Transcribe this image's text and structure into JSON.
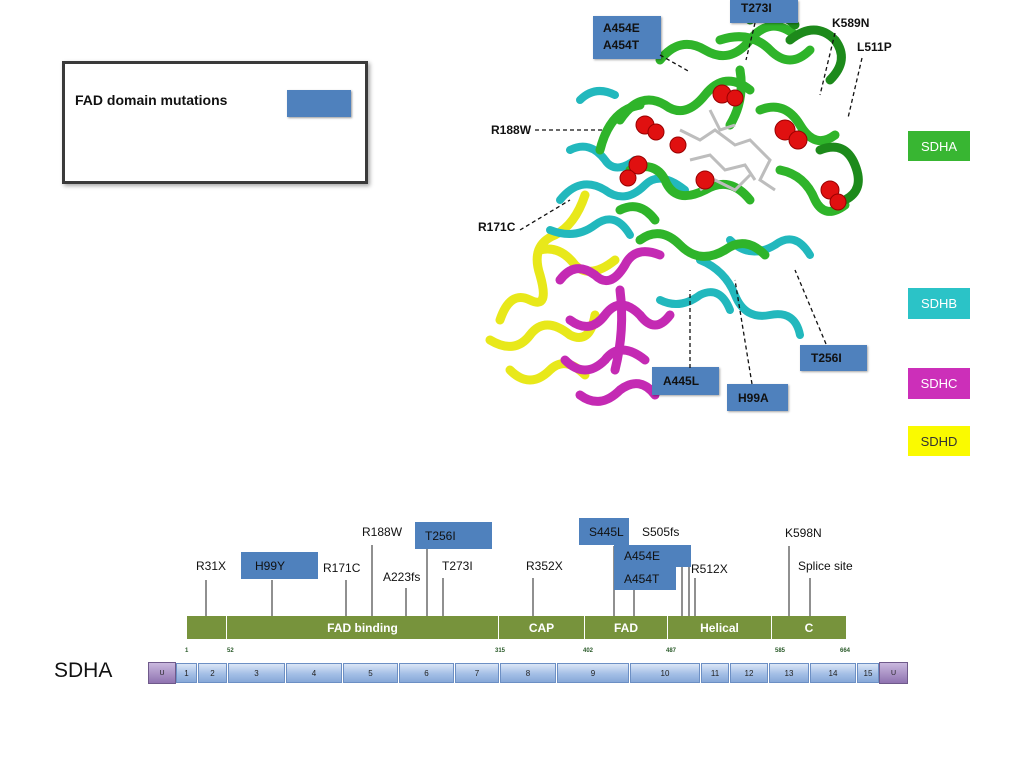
{
  "legend": {
    "label": "FAD domain mutations",
    "swatch_color": "#4f81bd"
  },
  "structure": {
    "callouts": [
      "T273I",
      "A454E",
      "A454T",
      "T256I",
      "A445L",
      "H99A"
    ],
    "labels": [
      "K589N",
      "L511P",
      "R188W",
      "R171C"
    ]
  },
  "chains": [
    {
      "name": "SDHA",
      "color": "#38b632"
    },
    {
      "name": "SDHB",
      "color": "#2bc3c7"
    },
    {
      "name": "SDHC",
      "color": "#cc2fb9"
    },
    {
      "name": "SDHD",
      "color": "#fafa00"
    }
  ],
  "gene": {
    "name": "SDHA",
    "mutations_plain": [
      "R31X",
      "R188W",
      "R171C",
      "A223fs",
      "T273I",
      "R352X",
      "S505fs",
      "R512X",
      "K598N",
      "Splice site"
    ],
    "mutations_fad": [
      "H99Y",
      "T256I",
      "S445L",
      "A454E",
      "A454T"
    ],
    "domains": [
      "",
      "FAD binding",
      "CAP",
      "FAD",
      "Helical",
      "C"
    ],
    "positions": [
      "1",
      "52",
      "315",
      "402",
      "487",
      "585",
      "664"
    ],
    "exons": [
      "U",
      "1",
      "2",
      "3",
      "4",
      "5",
      "6",
      "7",
      "8",
      "9",
      "10",
      "11",
      "12",
      "13",
      "14",
      "15",
      "U"
    ]
  }
}
